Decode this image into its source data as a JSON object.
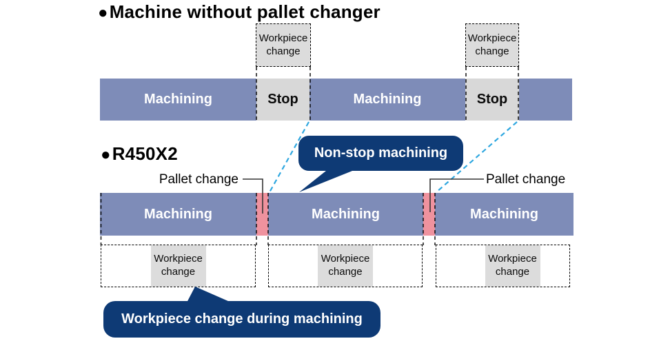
{
  "colors": {
    "bar_blue": "#7E8CB8",
    "stop_gray": "#D8D8D8",
    "label_gray": "#DCDCDC",
    "pallet_pink": "#EF929E",
    "callout_navy": "#0E3A75",
    "link_cyan": "#2EA7E0"
  },
  "top": {
    "bullet": "●",
    "title": "Machine without pallet changer",
    "workpiece_boxes": [
      "Workpiece change",
      "Workpiece change"
    ],
    "bar_segments": [
      "Machining",
      "Stop",
      "Machining",
      "Stop"
    ]
  },
  "r450x2": {
    "bullet": "●",
    "title": "R450X2",
    "pallet_change_labels": [
      "Pallet change",
      "Pallet change"
    ],
    "bar_segments": [
      "Machining",
      "Machining",
      "Machining"
    ],
    "workpiece_boxes": [
      "Workpiece change",
      "Workpiece change",
      "Workpiece change"
    ],
    "callouts": {
      "nonstop": "Non-stop machining",
      "workpiece_during": "Workpiece change during machining"
    }
  }
}
